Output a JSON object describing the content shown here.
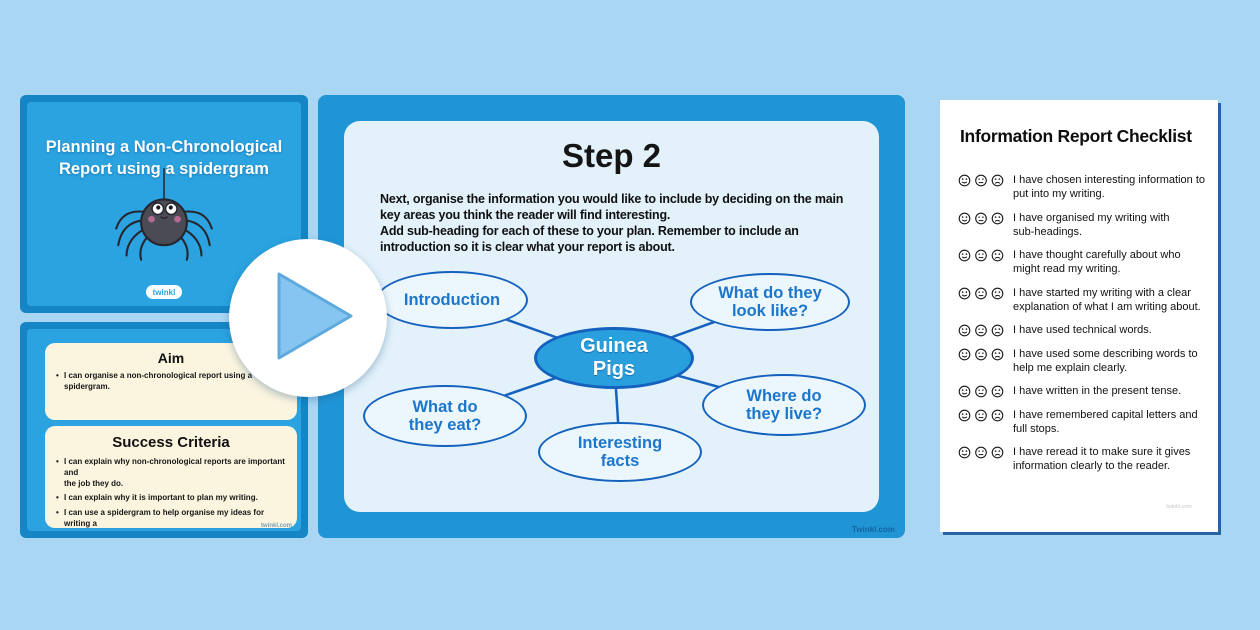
{
  "page": {
    "background": "#a9d6f3"
  },
  "video_preview": {
    "play_icon": "play-icon"
  },
  "slide_title": {
    "title": "Planning a Non-Chronological\nReport using a spidergram",
    "spider_icon": "spider-icon",
    "logo_text": "twinkl"
  },
  "slide_aim": {
    "aim_heading": "Aim",
    "aim_items": [
      "I can organise a non-chronological report using a spidergram."
    ],
    "sc_heading": "Success Criteria",
    "sc_items": [
      "I can explain why non-chronological reports are important and\nthe job they do.",
      "I can explain why it is important to plan my writing.",
      "I can use a spidergram to help organise my ideas for writing a\nnon-chronological report."
    ],
    "watermark": "twinkl.com"
  },
  "slide_step": {
    "title": "Step 2",
    "body": [
      "Next, organise the information you would like to include by deciding on the main\nkey areas you think the reader will find interesting.",
      "Add sub-heading for each of these to your plan. Remember to include an\nintroduction so it is clear what your report is about."
    ],
    "spidergram": {
      "center": "Guinea Pigs",
      "nodes": [
        "Introduction",
        "What do they look like?",
        "What do they eat?",
        "Interesting facts",
        "Where do they live?"
      ]
    },
    "watermark": "Twinkl.com"
  },
  "checklist": {
    "title": "Information Report Checklist",
    "rating_icons": [
      "smiley-happy-icon",
      "smiley-neutral-icon",
      "smiley-sad-icon"
    ],
    "items": [
      "I have chosen interesting information to\nput into my writing.",
      "I have organised my writing with\nsub-headings.",
      "I have thought carefully about who\nmight read my writing.",
      "I have started my writing with a clear\nexplanation of what I am writing about.",
      "I have used technical words.",
      "I have used some describing words to\nhelp me explain clearly.",
      "I have written in the present tense.",
      "I have remembered capital letters and\nfull stops.",
      "I have reread it to make sure it gives\ninformation clearly to the reader."
    ],
    "watermark": "twinkl.com"
  },
  "colors": {
    "page_bg": "#a9d6f3",
    "slide_frame": "#1585c6",
    "slide_inner_blue": "#2aa3e0",
    "slide_inner_light": "#e2f1fa",
    "cream_box": "#fbf5df",
    "node_border": "#1462be",
    "node_text": "#1b76cc",
    "center_node_fill": "#29a0dd",
    "play_triangle": "#85c5ef"
  }
}
